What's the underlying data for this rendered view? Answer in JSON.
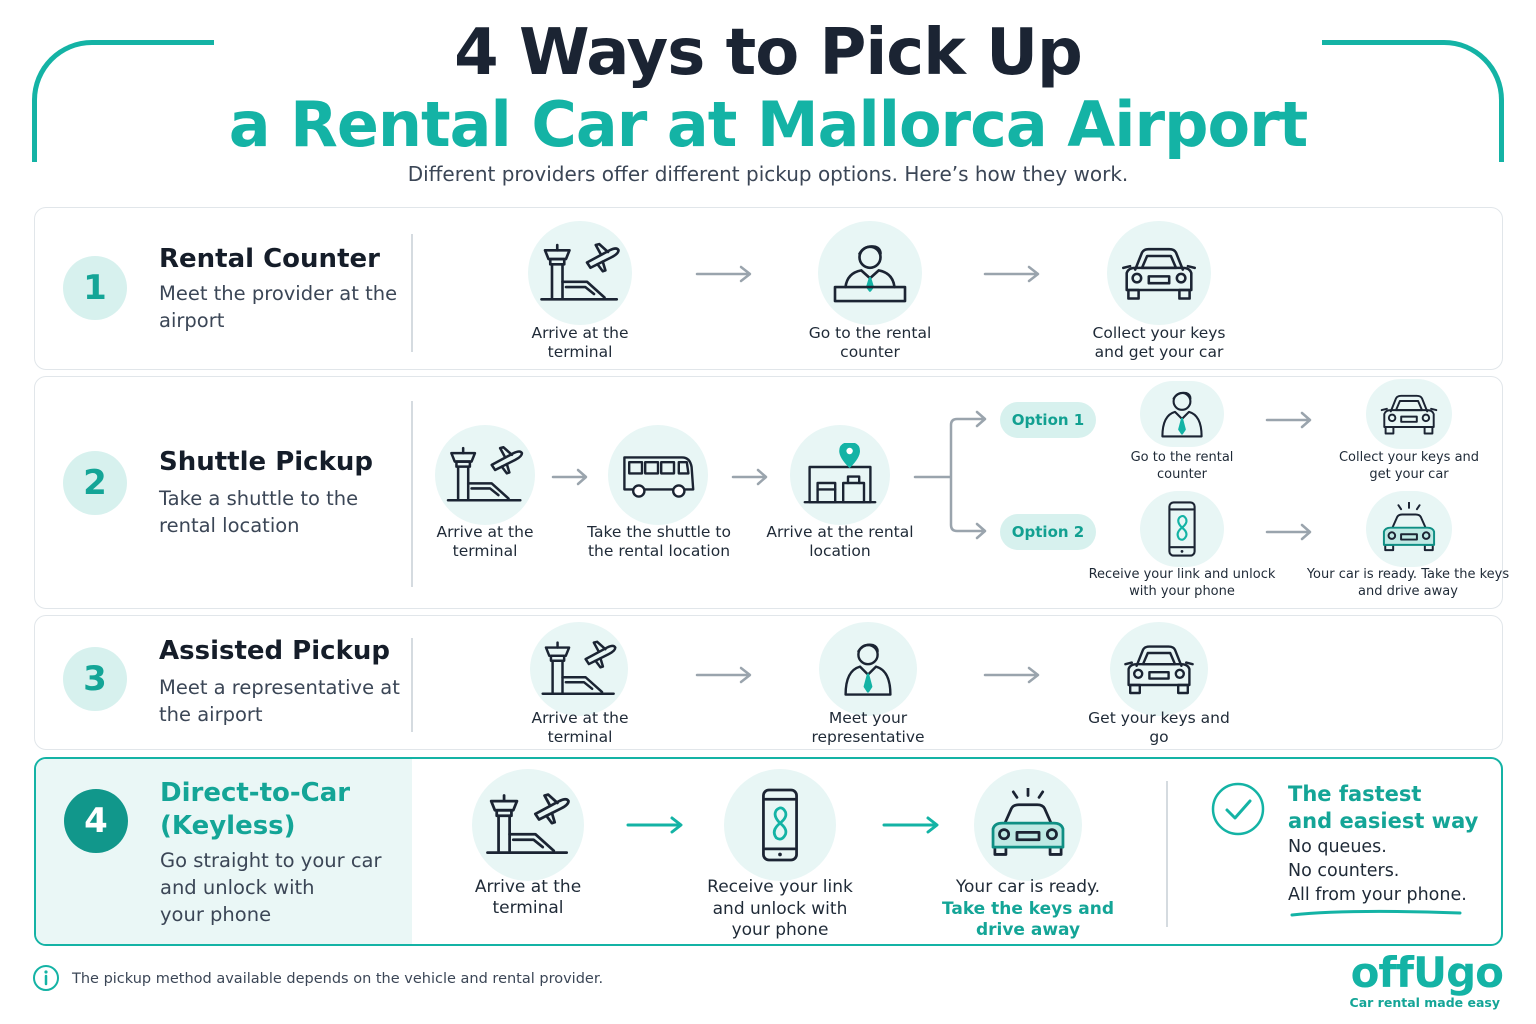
{
  "header": {
    "title_line1": "4 Ways to Pick Up",
    "title_line2": "a Rental Car at Mallorca Airport",
    "subtitle": "Different providers offer different pickup options. Here’s how they work."
  },
  "methods": [
    {
      "number": "1",
      "title": "Rental Counter",
      "desc": "Meet the provider at the airport",
      "steps": [
        "Arrive at the terminal",
        "Go to the rental counter",
        "Collect your keys and get your car"
      ],
      "icons": [
        "airport-icon",
        "counter-agent-icon",
        "car-icon"
      ]
    },
    {
      "number": "2",
      "title": "Shuttle Pickup",
      "desc": "Take a shuttle to the rental location",
      "steps": [
        "Arrive at the terminal",
        "Take the shuttle to the rental location",
        "Arrive at the rental location"
      ],
      "icons": [
        "airport-icon",
        "shuttle-bus-icon",
        "rental-location-pin-icon"
      ],
      "options": [
        {
          "label": "Option 1",
          "steps": [
            "Go to the rental counter",
            "Collect your keys and get your car"
          ],
          "icons": [
            "counter-agent-icon",
            "car-icon"
          ]
        },
        {
          "label": "Option 2",
          "steps": [
            "Receive your link and unlock with your phone",
            "Your car is ready. Take the keys and drive away"
          ],
          "icons": [
            "phone-link-icon",
            "car-ready-icon"
          ]
        }
      ]
    },
    {
      "number": "3",
      "title": "Assisted Pickup",
      "desc": "Meet a representative at the airport",
      "steps": [
        "Arrive at the terminal",
        "Meet your representative",
        "Get your keys and go"
      ],
      "icons": [
        "airport-icon",
        "representative-icon",
        "car-icon"
      ]
    },
    {
      "number": "4",
      "title_line1": "Direct-to-Car",
      "title_line2": "(Keyless)",
      "desc_lines": [
        "Go straight to your car",
        "and unlock with",
        "your phone"
      ],
      "steps": [
        "Arrive at the terminal",
        "Receive your link and unlock with your phone",
        "Your car is ready."
      ],
      "step3_highlight": "Take the keys and drive away",
      "icons": [
        "airport-icon",
        "phone-link-icon",
        "car-ready-icon"
      ],
      "highlight": {
        "title_line1": "The fastest",
        "title_line2": "and easiest way",
        "lines": [
          "No queues.",
          "No counters.",
          "All from your phone."
        ]
      }
    }
  ],
  "footer": {
    "note": "The pickup method available depends on the vehicle and rental provider.",
    "logo": "offUgo",
    "tagline": "Car rental made easy"
  },
  "colors": {
    "accent": "#14b3a5",
    "accent_dark": "#11978b",
    "text": "#1b2433",
    "icon_bg": "#e8f6f5"
  }
}
